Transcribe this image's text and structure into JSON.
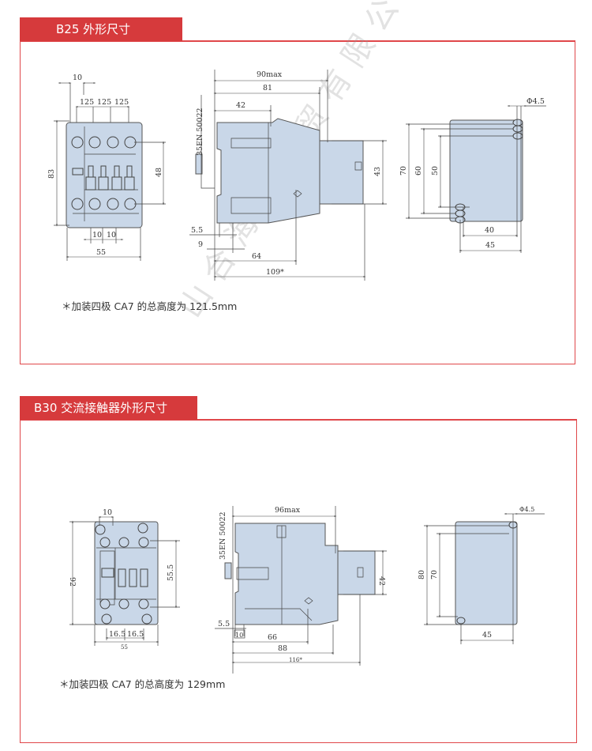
{
  "watermark": "山合海融商贸有限公司",
  "colors": {
    "header": "#d63a3c",
    "frame": "#e0474a",
    "part_fill": "#c9d7e8"
  },
  "sections": [
    {
      "title": "B25 外形尺寸",
      "footnote": "＊加装四极 CA7 的总高度为 121.5mm",
      "front": {
        "pitch_top": "10",
        "pole_1": "125",
        "pole_2": "125",
        "pole_3": "125",
        "height": "83",
        "terminal_spacing": "48",
        "bottom_1": "10",
        "bottom_2": "10",
        "width": "55"
      },
      "side": {
        "max_depth": "90max",
        "depth_81": "81",
        "depth_42": "42",
        "rail": "35EN 50022",
        "module_h": "43",
        "d_5_5": "5.5",
        "d_9": "9",
        "d_64": "64",
        "d_109": "109*"
      },
      "mount": {
        "hole": "Φ4.5",
        "h70": "70",
        "h60": "60",
        "h50": "50",
        "w40": "40",
        "w45": "45"
      }
    },
    {
      "title": "B30 交流接触器外形尺寸",
      "footnote": "＊加装四极 CA7 的总高度为 129mm",
      "front": {
        "pitch_top": "10",
        "height": "92",
        "terminal_spacing": "55.5",
        "bottom_1": "16.5",
        "bottom_2": "16.5",
        "width": "55"
      },
      "side": {
        "max_depth": "96max",
        "rail": "35EN 50022",
        "module_h": "42",
        "d_5_5": "5.5",
        "d_10": "10",
        "d_66": "66",
        "d_88": "88",
        "d_116": "116*"
      },
      "mount": {
        "hole": "Φ4.5",
        "h80": "80",
        "h70": "70",
        "w45": "45"
      }
    }
  ]
}
